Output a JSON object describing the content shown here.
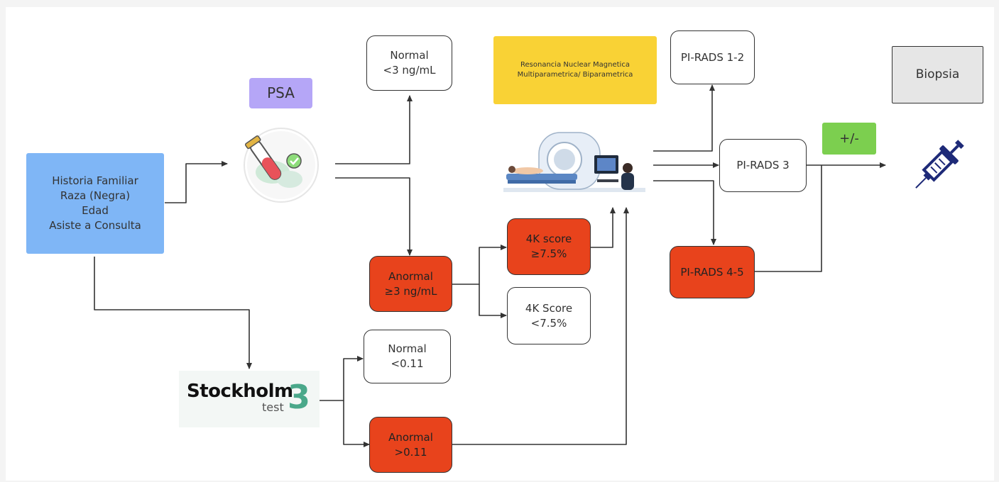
{
  "input": {
    "lines": [
      "Historia Familiar",
      "Raza (Negra)",
      "Edad",
      "Asiste a Consulta"
    ]
  },
  "psa": {
    "label": "PSA"
  },
  "normal_psa": {
    "lines": [
      "Normal",
      "<3 ng/mL"
    ]
  },
  "anormal_psa": {
    "lines": [
      "Anormal",
      "≥3 ng/mL"
    ]
  },
  "score_high": {
    "lines": [
      "4K score",
      "≥7.5%"
    ]
  },
  "score_low": {
    "lines": [
      "4K Score",
      "<7.5%"
    ]
  },
  "rm": {
    "lines": [
      "Resonancia Nuclear Magnetica",
      "Multiparametrica/ Biparametrica"
    ]
  },
  "pirads12": {
    "label": "PI-RADS 1-2"
  },
  "pirads3": {
    "label": "PI-RADS 3"
  },
  "pirads45": {
    "label": "PI-RADS 4-5"
  },
  "plusminus": {
    "label": "+/-"
  },
  "biopsia": {
    "label": "Biopsia"
  },
  "stockholm": {
    "brand": "Stockholm",
    "test": "test",
    "digit": "3"
  },
  "normal_sth": {
    "lines": [
      "Normal",
      "<0.11"
    ]
  },
  "anormal_sth": {
    "lines": [
      "Anormal",
      ">0.11"
    ]
  },
  "colors": {
    "input": "#7fb6f6",
    "psa": "#b5a6f7",
    "red": "#e8431c",
    "rm": "#f9d235",
    "green": "#7ccf4f",
    "biopsia": "#e6e6e6"
  }
}
